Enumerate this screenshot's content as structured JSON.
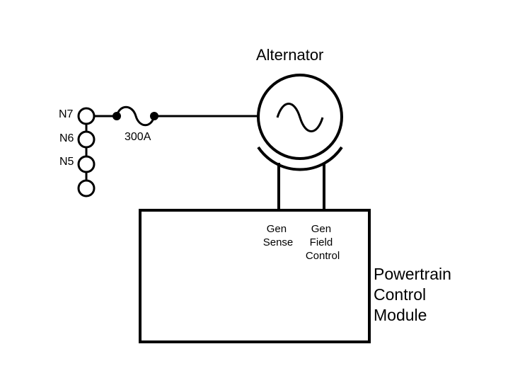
{
  "diagram": {
    "alternator": {
      "title": "Alternator"
    },
    "fuse": {
      "label": "300A"
    },
    "nodes": {
      "n7": "N7",
      "n6": "N6",
      "n5": "N5"
    },
    "pcm": {
      "name_line1": "Powertrain",
      "name_line2": "Control",
      "name_line3": "Module",
      "gen_sense_line1": "Gen",
      "gen_sense_line2": "Sense",
      "gen_field_line1": "Gen",
      "gen_field_line2": "Field",
      "gen_field_line3": "Control"
    }
  }
}
